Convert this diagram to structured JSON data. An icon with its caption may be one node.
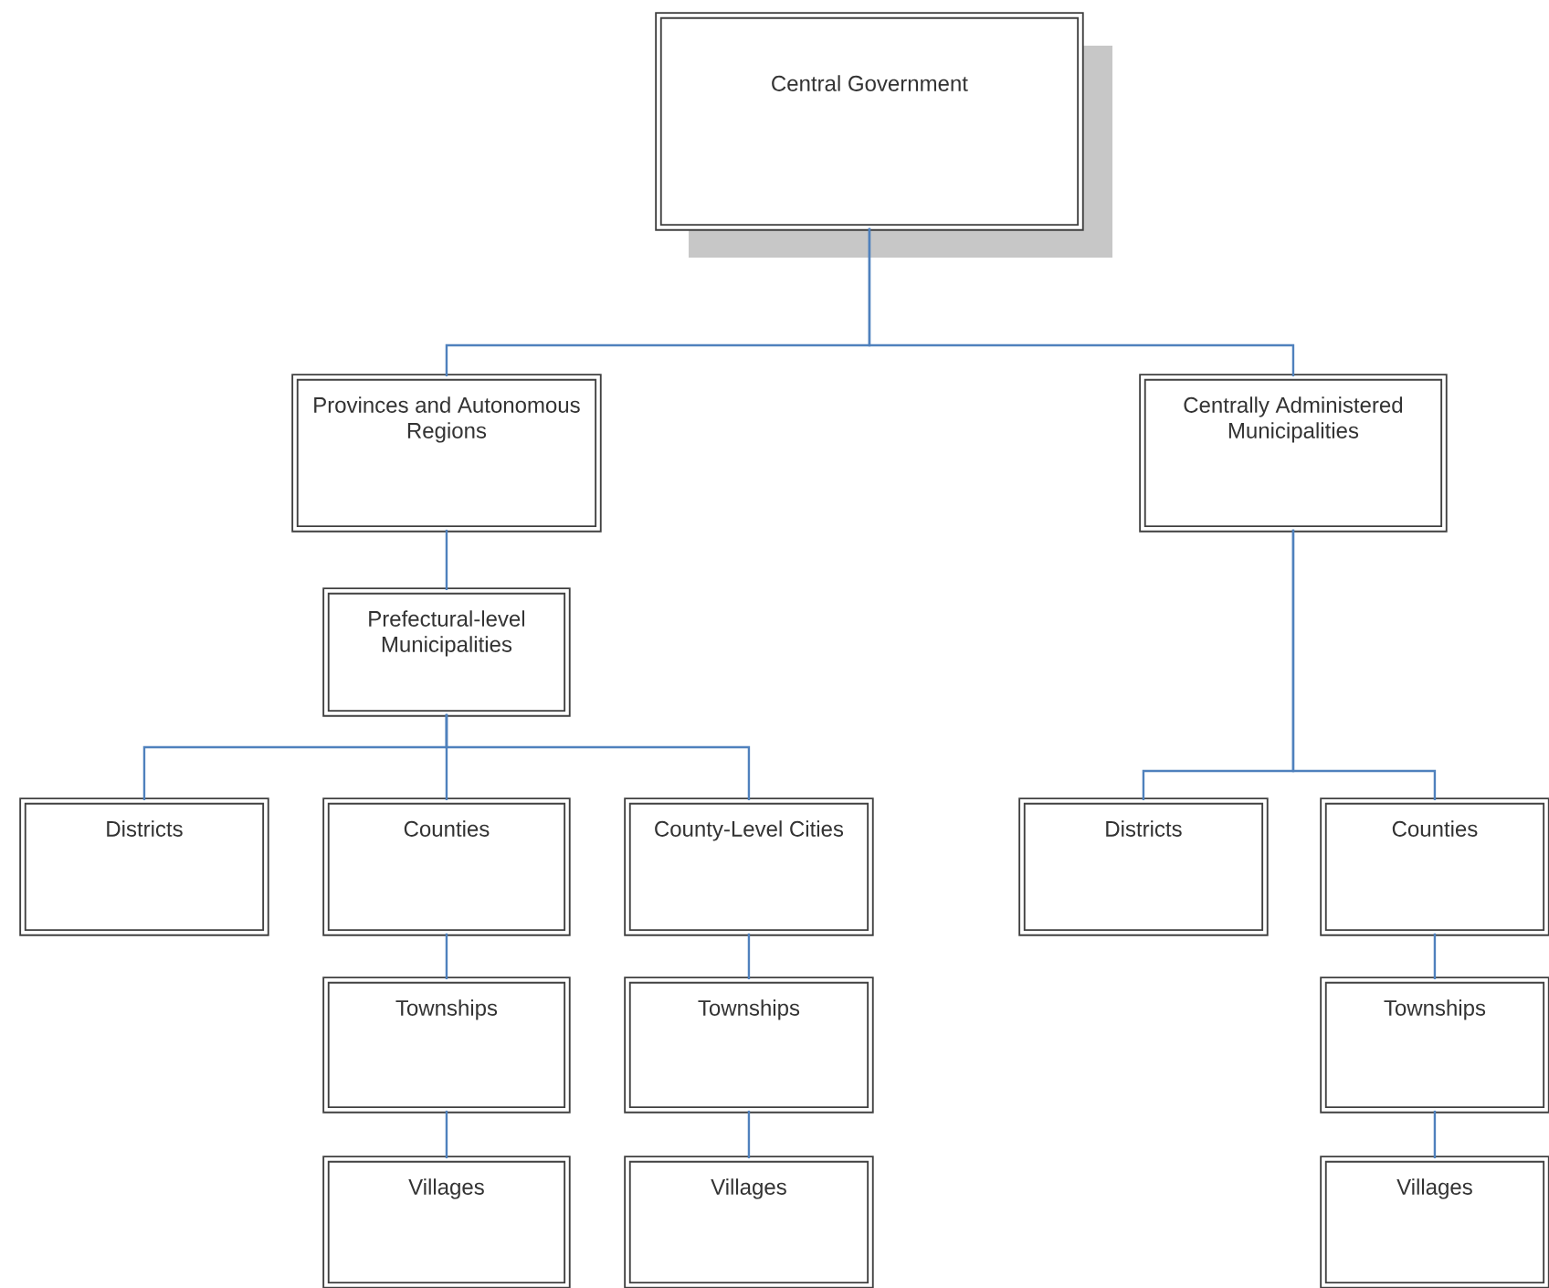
{
  "diagram": {
    "nodes": [
      {
        "text": [
          "Central Government"
        ]
      },
      {
        "text": [
          "Provinces and Autonomous Regions"
        ]
      },
      {
        "text": [
          "Centrally Administered Municipalities"
        ]
      },
      {
        "text": [
          "Prefectural-level Municipalities"
        ]
      },
      {
        "text": [
          "Districts"
        ]
      },
      {
        "text": [
          "Counties"
        ]
      },
      {
        "text": [
          "County-Level Cities"
        ]
      },
      {
        "text": [
          "Townships"
        ]
      },
      {
        "text": [
          "Villages"
        ]
      },
      {
        "text": [
          "Townships"
        ]
      },
      {
        "text": [
          "Villages"
        ]
      },
      {
        "text": [
          "Districts"
        ]
      },
      {
        "text": [
          "Counties"
        ]
      },
      {
        "text": [
          "Townships"
        ]
      },
      {
        "text": [
          "Villages"
        ]
      }
    ],
    "edges": [
      {
        "from": 0,
        "to": 1,
        "arrow": "none"
      },
      {
        "from": 0,
        "to": 2,
        "arrow": "none"
      },
      {
        "from": 1,
        "to": 3,
        "arrow": "none"
      },
      {
        "from": 3,
        "to": 4,
        "arrow": "none"
      },
      {
        "from": 3,
        "to": 5,
        "arrow": "none"
      },
      {
        "from": 3,
        "to": 6,
        "arrow": "none"
      },
      {
        "from": 5,
        "to": 7,
        "arrow": "none"
      },
      {
        "from": 7,
        "to": 8,
        "arrow": "none"
      },
      {
        "from": 6,
        "to": 9,
        "arrow": "none"
      },
      {
        "from": 9,
        "to": 10,
        "arrow": "none"
      },
      {
        "from": 2,
        "to": 11,
        "arrow": "none"
      },
      {
        "from": 2,
        "to": 12,
        "arrow": "none"
      },
      {
        "from": 12,
        "to": 13,
        "arrow": "none"
      },
      {
        "from": 13,
        "to": 14,
        "arrow": "none"
      }
    ]
  }
}
